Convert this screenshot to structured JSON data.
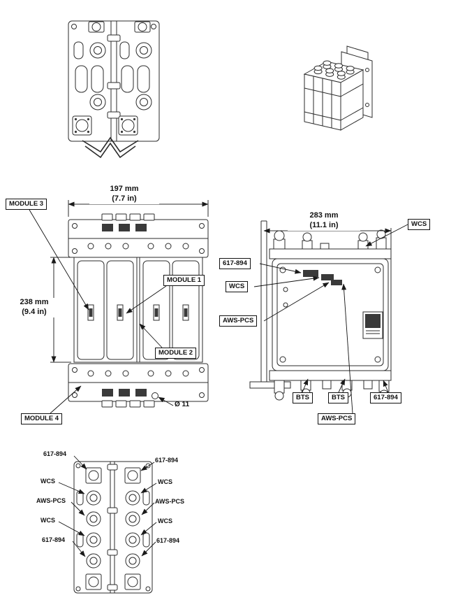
{
  "drawing": {
    "line_color": "#2b2b2b",
    "background": "#ffffff"
  },
  "front_view": {
    "width_dim": [
      "197 mm",
      "(7.7 in)"
    ],
    "height_dim": [
      "238 mm",
      "(9.4 in)"
    ],
    "modules": {
      "m1": "MODULE 1",
      "m2": "MODULE 2",
      "m3": "MODULE 3",
      "m4": "MODULE 4"
    },
    "hole_diameter": "Ø 11"
  },
  "side_view": {
    "width_dim": [
      "283 mm",
      "(11.1 in)"
    ],
    "labels": {
      "wcs_top": "WCS",
      "band_617_894_left": "617-894",
      "wcs_left": "WCS",
      "aws_pcs_left": "AWS-PCS",
      "bts_1": "BTS",
      "bts_2": "BTS",
      "band_617_894_bottom": "617-894",
      "aws_pcs_bottom": "AWS-PCS"
    }
  },
  "top_view": {
    "left_labels": [
      "617-894",
      "WCS",
      "AWS-PCS",
      "WCS",
      "617-894"
    ],
    "right_labels": [
      "617-894",
      "WCS",
      "AWS-PCS",
      "WCS",
      "617-894"
    ]
  }
}
